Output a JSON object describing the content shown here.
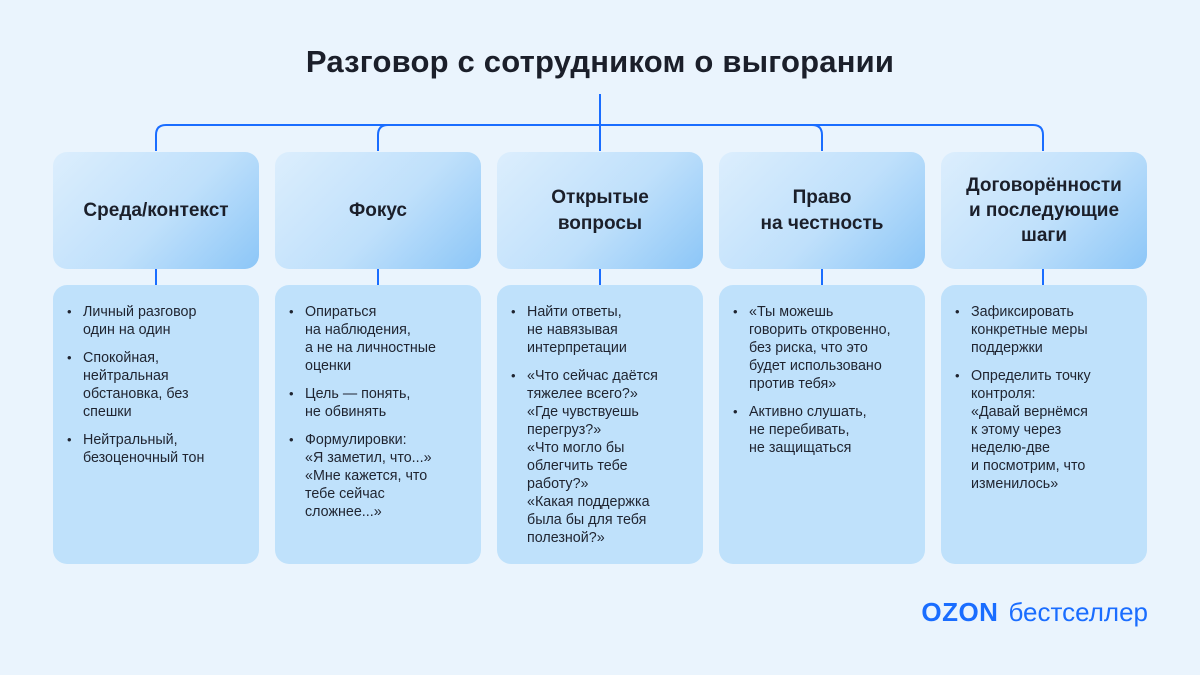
{
  "title": "Разговор с сотрудником о выгорании",
  "accent_color": "#1a6dff",
  "columns": [
    {
      "heading": [
        "Среда/контекст"
      ],
      "items": [
        [
          "Личный разговор",
          "один на один"
        ],
        [
          "Спокойная,",
          "нейтральная",
          "обстановка, без",
          "спешки"
        ],
        [
          "Нейтральный,",
          "безоценочный тон"
        ]
      ]
    },
    {
      "heading": [
        "Фокус"
      ],
      "items": [
        [
          "Опираться",
          "на наблюдения,",
          "а не на личностные",
          "оценки"
        ],
        [
          "Цель — понять,",
          "не обвинять"
        ],
        [
          "Формулировки:",
          "«Я заметил, что...»",
          "«Мне кажется, что",
          "тебе сейчас",
          "сложнее...»"
        ]
      ]
    },
    {
      "heading": [
        "Открытые",
        "вопросы"
      ],
      "items": [
        [
          "Найти ответы,",
          "не навязывая",
          "интерпретации"
        ],
        [
          "«Что сейчас даётся",
          "тяжелее всего?»",
          "«Где чувствуешь",
          "перегруз?»",
          "«Что могло бы",
          "облегчить тебе",
          "работу?»",
          "«Какая поддержка",
          "была бы для тебя",
          "полезной?»"
        ]
      ]
    },
    {
      "heading": [
        "Право",
        "на честность"
      ],
      "items": [
        [
          "«Ты можешь",
          "говорить откровенно,",
          "без риска, что это",
          "будет использовано",
          "против тебя»"
        ],
        [
          "Активно слушать,",
          "не перебивать,",
          "не защищаться"
        ]
      ]
    },
    {
      "heading": [
        "Договорённости",
        "и последующие",
        "шаги"
      ],
      "items": [
        [
          "Зафиксировать",
          "конкретные меры",
          "поддержки"
        ],
        [
          "Определить точку",
          "контроля:",
          "«Давай вернёмся",
          "к этому через",
          "неделю-две",
          "и посмотрим, что",
          "изменилось»"
        ]
      ]
    }
  ],
  "logo": {
    "brand": "OZON",
    "text": "бестселлер"
  }
}
